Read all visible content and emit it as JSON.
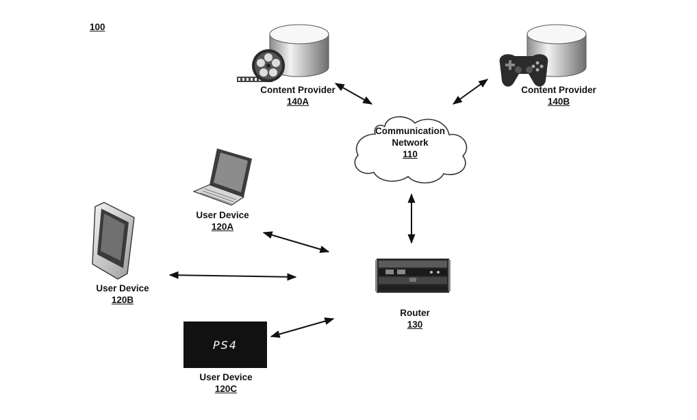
{
  "figure_number": "100",
  "network": {
    "name_line1": "Communication",
    "name_line2": "Network",
    "number": "110"
  },
  "content_provider_a": {
    "name": "Content Provider",
    "number": "140A"
  },
  "content_provider_b": {
    "name": "Content Provider",
    "number": "140B"
  },
  "user_device_a": {
    "name": "User Device",
    "number": "120A"
  },
  "user_device_b": {
    "name": "User Device",
    "number": "120B"
  },
  "user_device_c": {
    "name": "User Device",
    "number": "120C",
    "screen_text": "PS4"
  },
  "router": {
    "name": "Router",
    "number": "130"
  }
}
